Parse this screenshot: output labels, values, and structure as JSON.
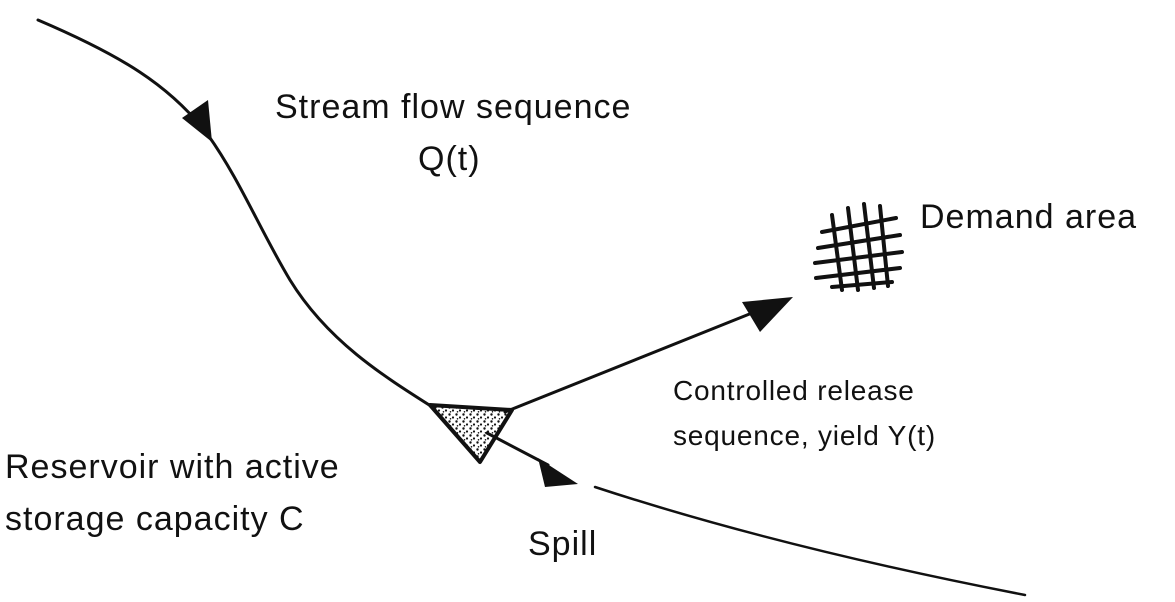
{
  "labels": {
    "stream_flow_line1": "Stream flow sequence",
    "stream_flow_line2": "Q(t)",
    "demand_area": "Demand area",
    "controlled_release_line1": "Controlled release",
    "controlled_release_line2": "sequence, yield Y(t)",
    "reservoir_line1": "Reservoir with active",
    "reservoir_line2": "storage capacity C",
    "spill": "Spill"
  },
  "colors": {
    "ink": "#111111",
    "background": "#ffffff"
  },
  "icons": {
    "demand_area": "grid-hatch-icon",
    "reservoir": "stippled-triangle-icon",
    "flow_arrow": "arrowhead-icon"
  }
}
